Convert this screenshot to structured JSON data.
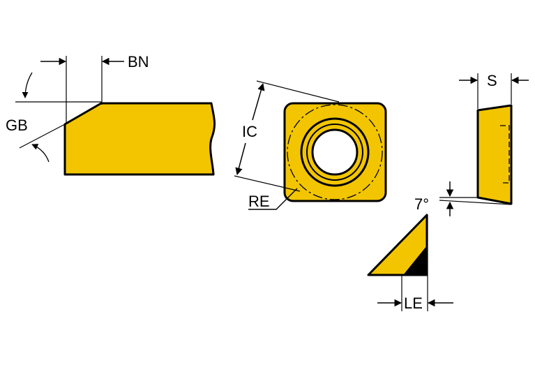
{
  "labels": {
    "bn": "BN",
    "gb": "GB",
    "ic": "IC",
    "re": "RE",
    "s": "S",
    "angle": "7°",
    "le": "LE"
  },
  "colors": {
    "insert_fill": "#f2c500",
    "outline": "#000000",
    "hole_fill": "#ffffff",
    "chamfer_dark": "#000000"
  }
}
